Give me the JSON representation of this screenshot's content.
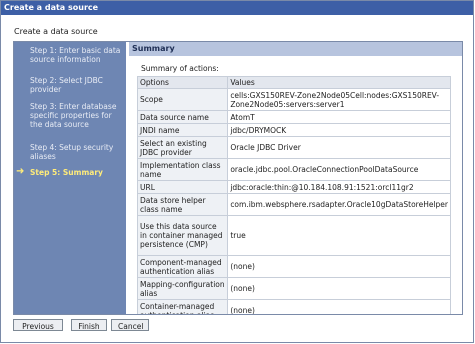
{
  "window": {
    "title": "Create a data source"
  },
  "page": {
    "subtitle": "Create a data source"
  },
  "steps": [
    {
      "label": "Step 1: Enter basic data source information"
    },
    {
      "label": "Step 2: Select JDBC provider"
    },
    {
      "label": "Step 3: Enter database specific properties for the data source"
    },
    {
      "label": "Step 4: Setup security aliases"
    },
    {
      "label": "Step 5: Summary"
    }
  ],
  "summary": {
    "header": "Summary",
    "label": "Summary of actions:",
    "columns": {
      "options": "Options",
      "values": "Values"
    },
    "rows": [
      {
        "option": "Scope",
        "value": "cells:GXS150REV-Zone2Node05Cell:nodes:GXS150REV-Zone2Node05:servers:server1"
      },
      {
        "option": "Data source name",
        "value": "AtomT"
      },
      {
        "option": "JNDI name",
        "value": "jdbc/DRYMOCK"
      },
      {
        "option": "Select an existing JDBC provider",
        "value": "Oracle JDBC Driver"
      },
      {
        "option": "Implementation class name",
        "value": "oracle.jdbc.pool.OracleConnectionPoolDataSource"
      },
      {
        "option": "URL",
        "value": "jdbc:oracle:thin:@10.184.108.91:1521:orcl11gr2"
      },
      {
        "option": "Data store helper class name",
        "value": "com.ibm.websphere.rsadapter.Oracle10gDataStoreHelper"
      },
      {
        "option": "Use this data source in container managed persistence (CMP)",
        "value": "true"
      },
      {
        "option": "Component-managed authentication alias",
        "value": "(none)"
      },
      {
        "option": "Mapping-configuration alias",
        "value": "(none)"
      },
      {
        "option": "Container-managed authentication alias",
        "value": "(none)"
      }
    ]
  },
  "buttons": {
    "previous": "Previous",
    "finish": "Finish",
    "cancel": "Cancel"
  }
}
